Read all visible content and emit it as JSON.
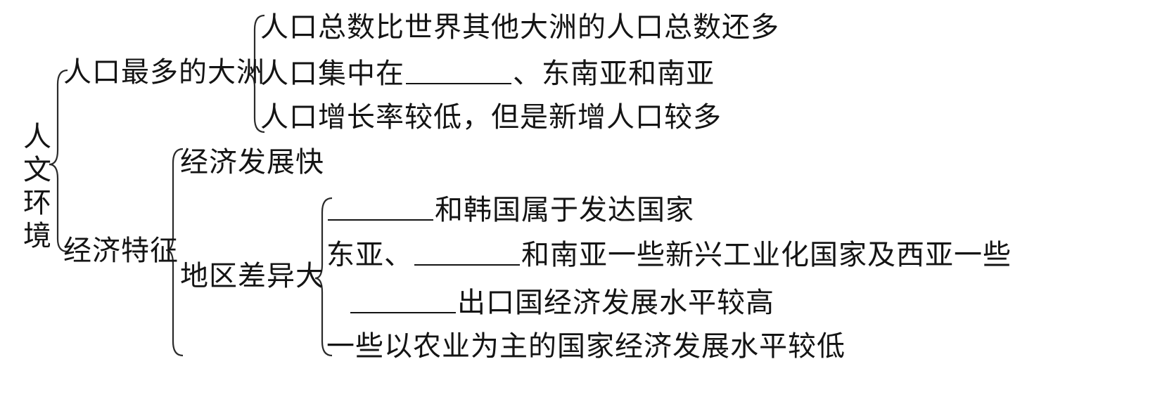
{
  "root": {
    "label": "人文环境"
  },
  "branches": {
    "population": {
      "label": "人口最多的大洲",
      "items": [
        {
          "text": "人口总数比世界其他大洲的人口总数还多"
        },
        {
          "before": "人口集中在",
          "after": "、东南亚和南亚"
        },
        {
          "text": "人口增长率较低，但是新增人口较多"
        }
      ]
    },
    "economy": {
      "label": "经济特征",
      "fast": "经济发展快",
      "differences": {
        "label": "地区差异大",
        "items": [
          {
            "after": "和韩国属于发达国家"
          },
          {
            "before": "东亚、",
            "after": "和南亚一些新兴工业化国家及西亚一些"
          },
          {
            "after": "出口国经济发展水平较高"
          },
          {
            "text": "一些以农业为主的国家经济发展水平较低"
          }
        ]
      }
    }
  }
}
